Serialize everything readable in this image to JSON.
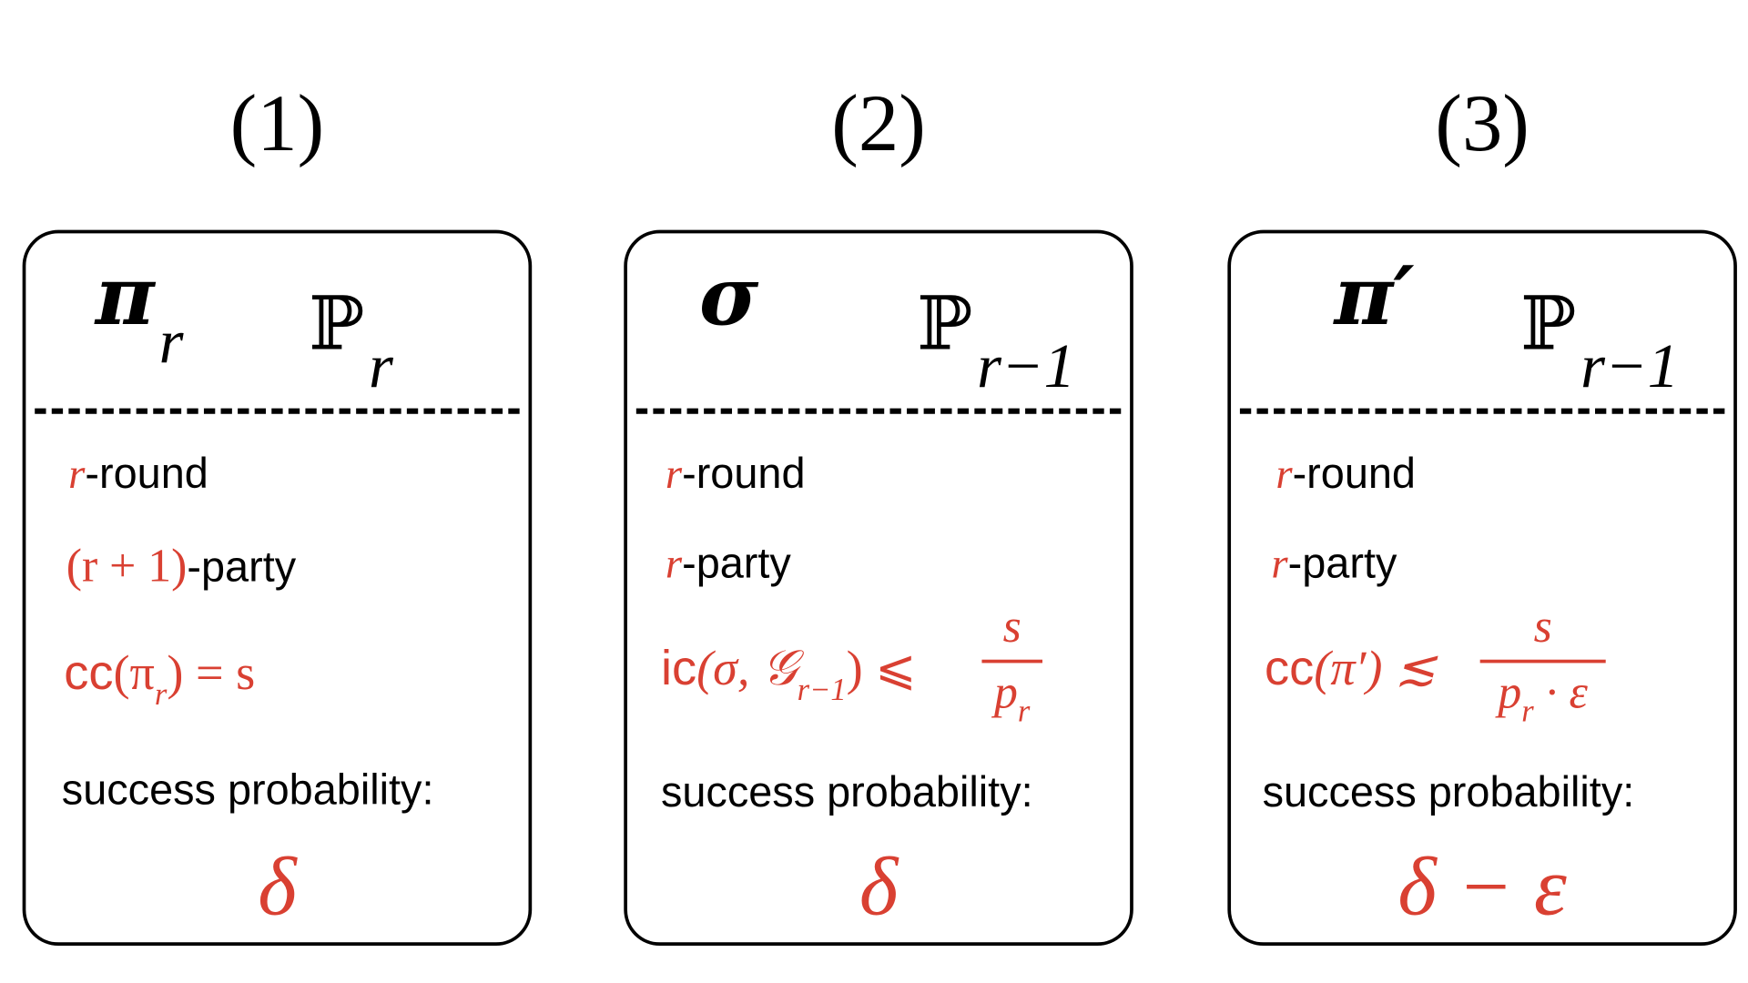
{
  "headings": [
    "(1)",
    "(2)",
    "(3)"
  ],
  "cards": [
    {
      "protocol": "π",
      "protocol_sub": "r",
      "distribution": "ℙ",
      "distribution_sub": "r",
      "rounds_var": "r",
      "rounds_text": "-round",
      "parties_var": "(r + 1)",
      "parties_text": "-party",
      "cost_fn": "cc",
      "cost_open": "(π",
      "cost_sub": "r",
      "cost_rest": ") = s",
      "success_label": "success probability:",
      "success_value": "δ"
    },
    {
      "protocol": "σ",
      "distribution": "ℙ",
      "distribution_sub": "r−1",
      "rounds_var": "r",
      "rounds_text": "-round",
      "parties_var": "r",
      "parties_text": "-party",
      "cost_fn": "ic",
      "cost_open": "(σ, 𝒢",
      "cost_sub": "r−1",
      "cost_rest": ") ⩽",
      "frac_num": "s",
      "frac_den": "p",
      "frac_den_sub": "r",
      "success_label": "success probability:",
      "success_value": "δ"
    },
    {
      "protocol": "π′",
      "distribution": "ℙ",
      "distribution_sub": "r−1",
      "rounds_var": "r",
      "rounds_text": "-round",
      "parties_var": "r",
      "parties_text": "-party",
      "cost_fn": "cc",
      "cost_open": "(π′) ≲",
      "frac_num": "s",
      "frac_den": "p",
      "frac_den_sub": "r",
      "frac_den_rest": " · ε",
      "success_label": "success probability:",
      "success_value": "δ − ε"
    }
  ],
  "colors": {
    "accent": "#d94032",
    "text": "#000000"
  }
}
